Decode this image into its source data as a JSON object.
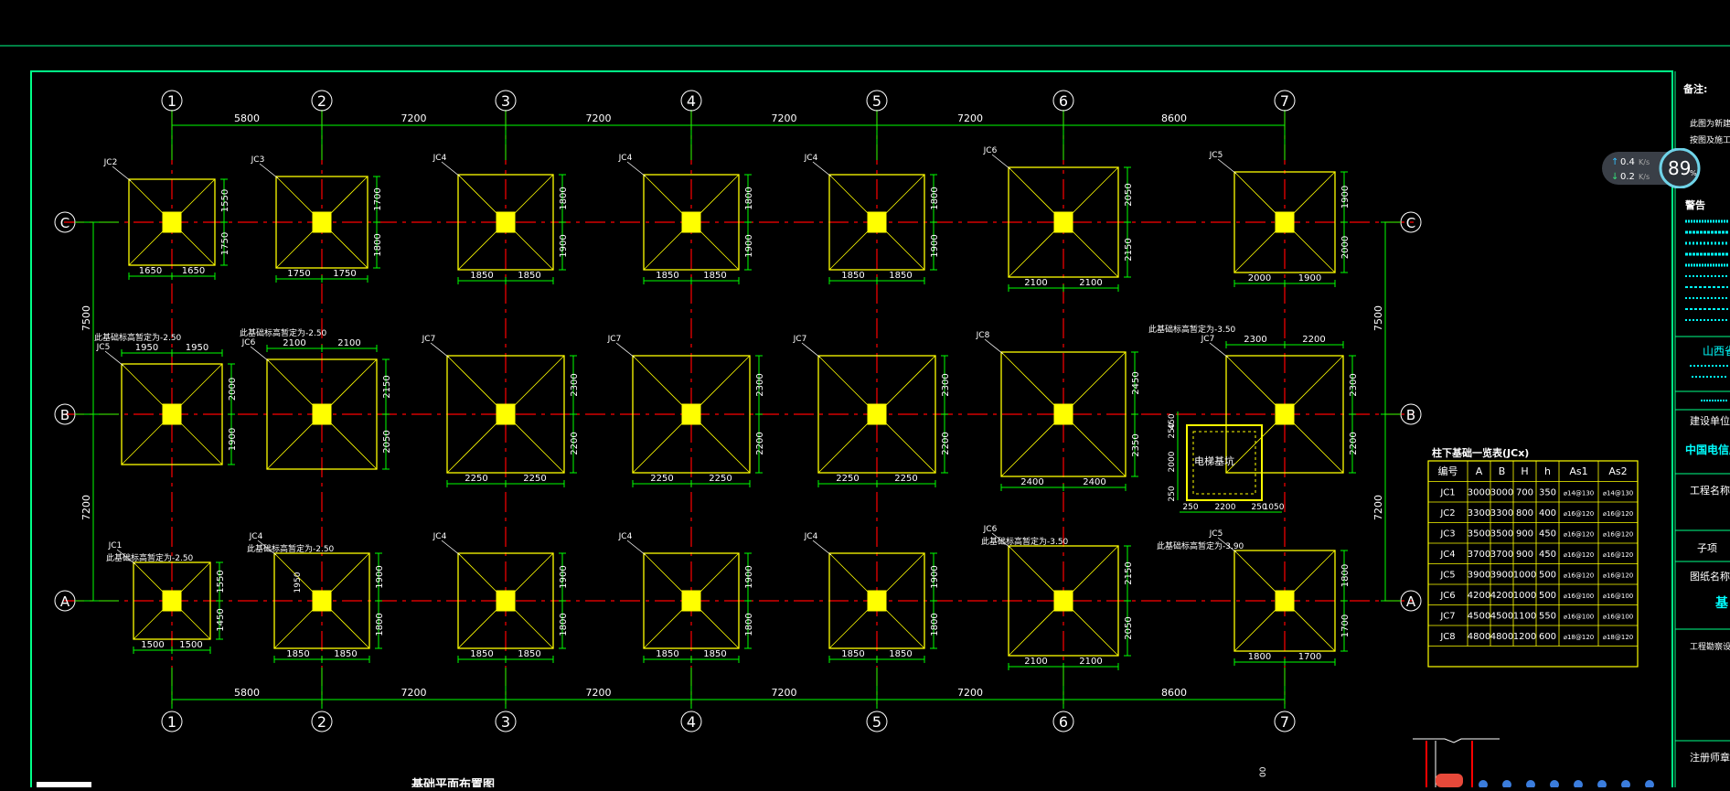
{
  "axes": {
    "columns": [
      "1",
      "2",
      "3",
      "4",
      "5",
      "6",
      "7"
    ],
    "rows": [
      "C",
      "B",
      "A"
    ]
  },
  "spans": {
    "top": [
      "5800",
      "7200",
      "7200",
      "7200",
      "7200",
      "8600"
    ],
    "bottom": [
      "5800",
      "7200",
      "7200",
      "7200",
      "7200",
      "8600"
    ],
    "left": [
      "7500",
      "7200"
    ],
    "right": [
      "7500",
      "7200"
    ]
  },
  "footings": {
    "C": [
      {
        "tag": "JC2",
        "v": [
          "1550",
          "1750"
        ],
        "h": [
          "1650",
          "1650"
        ]
      },
      {
        "tag": "JC3",
        "v": [
          "1700",
          "1800"
        ],
        "h": [
          "1750",
          "1750"
        ]
      },
      {
        "tag": "JC4",
        "v": [
          "1800",
          "1900"
        ],
        "h": [
          "1850",
          "1850"
        ]
      },
      {
        "tag": "JC4",
        "v": [
          "1800",
          "1900"
        ],
        "h": [
          "1850",
          "1850"
        ]
      },
      {
        "tag": "JC4",
        "v": [
          "1800",
          "1900"
        ],
        "h": [
          "1850",
          "1850"
        ]
      },
      {
        "tag": "JC6",
        "v": [
          "2050",
          "2150"
        ],
        "h": [
          "2100",
          "2100"
        ]
      },
      {
        "tag": "JC5",
        "v": [
          "1900",
          "2000"
        ],
        "h": [
          "2000",
          "1900"
        ]
      }
    ],
    "B": [
      {
        "tag": "JC5",
        "v": [
          "2000",
          "1900"
        ],
        "h": [
          "1950",
          "1950"
        ],
        "note": "此基础标高暂定为-2.50"
      },
      {
        "tag": "JC6",
        "v": [
          "2150",
          "2050"
        ],
        "h": [
          "2100",
          "2100"
        ],
        "note": "此基础标高暂定为-2.50"
      },
      {
        "tag": "JC7",
        "v": [
          "2300",
          "2200"
        ],
        "h": [
          "2250",
          "2250"
        ]
      },
      {
        "tag": "JC7",
        "v": [
          "2300",
          "2200"
        ],
        "h": [
          "2250",
          "2250"
        ]
      },
      {
        "tag": "JC7",
        "v": [
          "2300",
          "2200"
        ],
        "h": [
          "2250",
          "2250"
        ]
      },
      {
        "tag": "JC8",
        "v": [
          "2450",
          "2350"
        ],
        "h": [
          "2400",
          "2400"
        ]
      },
      {
        "tag": "JC7",
        "v": [
          "2300",
          "2200"
        ],
        "h": [
          "2300",
          "2200"
        ],
        "note": "此基础标高暂定为-3.50"
      }
    ],
    "A": [
      {
        "tag": "JC1",
        "v": [
          "1550",
          "1450"
        ],
        "h": [
          "1500",
          "1500"
        ],
        "note": "此基础标高暂定为-2.50"
      },
      {
        "tag": "JC4",
        "v": [
          "1900",
          "1800"
        ],
        "h": [
          "1850",
          "1850"
        ],
        "note": "此基础标高暂定为-2.50",
        "extra": "1950"
      },
      {
        "tag": "JC4",
        "v": [
          "1900",
          "1800"
        ],
        "h": [
          "1850",
          "1850"
        ]
      },
      {
        "tag": "JC4",
        "v": [
          "1900",
          "1800"
        ],
        "h": [
          "1850",
          "1850"
        ]
      },
      {
        "tag": "JC4",
        "v": [
          "1900",
          "1800"
        ],
        "h": [
          "1850",
          "1850"
        ]
      },
      {
        "tag": "JC6",
        "v": [
          "2150",
          "2050"
        ],
        "h": [
          "2100",
          "2100"
        ],
        "note": "此基础标高暂定为-3.50"
      },
      {
        "tag": "JC5",
        "v": [
          "1800",
          "1700"
        ],
        "h": [
          "1800",
          "1700"
        ],
        "note": "此基础标高暂定为-3.90"
      }
    ]
  },
  "elevator_pit": {
    "label": "电梯基坑",
    "dims_bottom": [
      "250",
      "2200",
      "250",
      "1050"
    ],
    "dims_left": [
      "450",
      "250",
      "2000",
      "250"
    ]
  },
  "table": {
    "title": "柱下基础一览表(JCx)",
    "headers": [
      "编号",
      "A",
      "B",
      "H",
      "h",
      "As1",
      "As2"
    ],
    "rows": [
      [
        "JC1",
        "3000",
        "3000",
        "700",
        "350",
        "⌀14@130",
        "⌀14@130"
      ],
      [
        "JC2",
        "3300",
        "3300",
        "800",
        "400",
        "⌀16@120",
        "⌀16@120"
      ],
      [
        "JC3",
        "3500",
        "3500",
        "900",
        "450",
        "⌀16@120",
        "⌀16@120"
      ],
      [
        "JC4",
        "3700",
        "3700",
        "900",
        "450",
        "⌀16@120",
        "⌀16@120"
      ],
      [
        "JC5",
        "3900",
        "3900",
        "1000",
        "500",
        "⌀16@120",
        "⌀16@120"
      ],
      [
        "JC6",
        "4200",
        "4200",
        "1000",
        "500",
        "⌀16@100",
        "⌀16@100"
      ],
      [
        "JC7",
        "4500",
        "4500",
        "1100",
        "550",
        "⌀16@100",
        "⌀16@100"
      ],
      [
        "JC8",
        "4800",
        "4800",
        "1200",
        "600",
        "⌀18@120",
        "⌀18@120"
      ]
    ]
  },
  "drawing_title": "基础平面布置图",
  "side_panel": {
    "remarks_label": "备注:",
    "remarks_text1": "此图为新建国",
    "remarks_text2": "按图及施工后",
    "warning_label": "警告",
    "company_short": "山西省",
    "build_unit_label": "建设单位",
    "build_unit_value": "中国电信股",
    "project_name_label": "工程名称",
    "sub_item_label": "子项",
    "drawing_name_label": "图纸名称",
    "drawing_name_value": "基",
    "stamp_label": "工程勘察设计",
    "signer_label": "注册师章"
  },
  "speed_widget": {
    "up": "0.4",
    "down": "0.2",
    "unit": "K/s",
    "percent": "89",
    "percent_sign": "%"
  },
  "misc": {
    "bottom_code": "00"
  },
  "colors": {
    "background": "#000000",
    "axis_line": "#00ff00",
    "grid_dash": "#ff0000",
    "footing": "#ffff00",
    "text": "#ffffff",
    "frame": "#00ff88"
  }
}
